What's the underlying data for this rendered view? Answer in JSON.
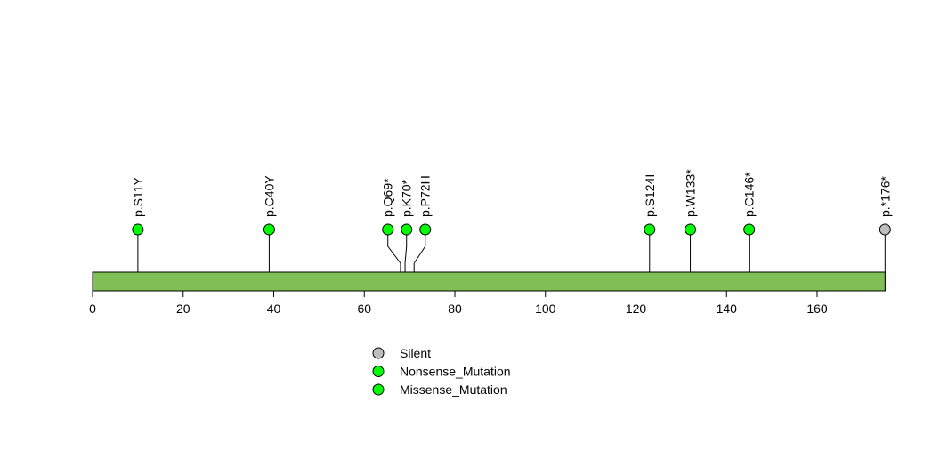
{
  "chart_data": {
    "type": "lollipop",
    "title": "",
    "protein_length": 175,
    "xlim": [
      0,
      175
    ],
    "x_ticks": [
      0,
      20,
      40,
      60,
      80,
      100,
      120,
      140,
      160
    ],
    "mutations": [
      {
        "label": "p.S11Y",
        "position": 11,
        "type": "Missense_Mutation"
      },
      {
        "label": "p.C40Y",
        "position": 40,
        "type": "Missense_Mutation"
      },
      {
        "label": "p.Q69*",
        "position": 69,
        "type": "Nonsense_Mutation"
      },
      {
        "label": "p.K70*",
        "position": 70,
        "type": "Nonsense_Mutation"
      },
      {
        "label": "p.P72H",
        "position": 72,
        "type": "Missense_Mutation"
      },
      {
        "label": "p.S124I",
        "position": 124,
        "type": "Missense_Mutation"
      },
      {
        "label": "p.W133*",
        "position": 133,
        "type": "Nonsense_Mutation"
      },
      {
        "label": "p.C146*",
        "position": 146,
        "type": "Nonsense_Mutation"
      },
      {
        "label": "p.*176*",
        "position": 176,
        "type": "Silent"
      }
    ],
    "legend": [
      {
        "label": "Silent",
        "color": "#BEBEBE"
      },
      {
        "label": "Nonsense_Mutation",
        "color": "#00FF00"
      },
      {
        "label": "Missense_Mutation",
        "color": "#00FF00"
      }
    ],
    "legend_position": "bottom-center",
    "domain_color": "#7FBF56",
    "colors": {
      "Silent": "#BEBEBE",
      "Nonsense_Mutation": "#00FF00",
      "Missense_Mutation": "#00FF00"
    }
  }
}
